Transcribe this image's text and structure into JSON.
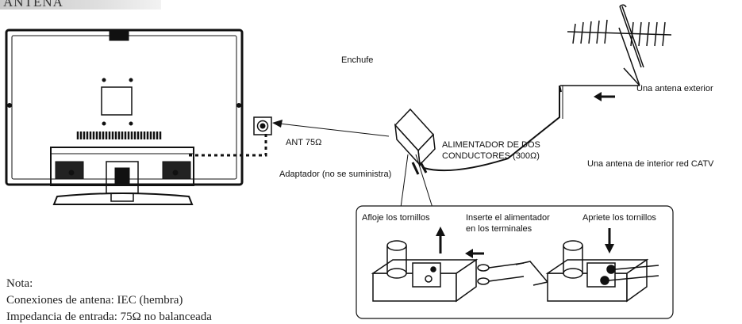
{
  "header": {
    "title": "ANTENA"
  },
  "labels": {
    "enchufe": "Enchufe",
    "ant75": "ANT 75Ω",
    "adaptador": "Adaptador (no se suministra)",
    "alimentador_line1": "ALIMENTADOR DE DOS",
    "alimentador_line2": "CONDUCTORES (300Ω)",
    "antena_exterior": "Una antena exterior",
    "antena_interior": "Una antena de interior red CATV"
  },
  "steps": {
    "afloje": "Afloje los tornillos",
    "inserte_line1": "Inserte el alimentador",
    "inserte_line2": "en los terminales",
    "apriete": "Apriete los tornillos"
  },
  "notes": {
    "title": "Nota:",
    "line1": "Conexiones de antena: IEC (hembra)",
    "line2": "Impedancia de entrada: 75Ω no balanceada"
  }
}
